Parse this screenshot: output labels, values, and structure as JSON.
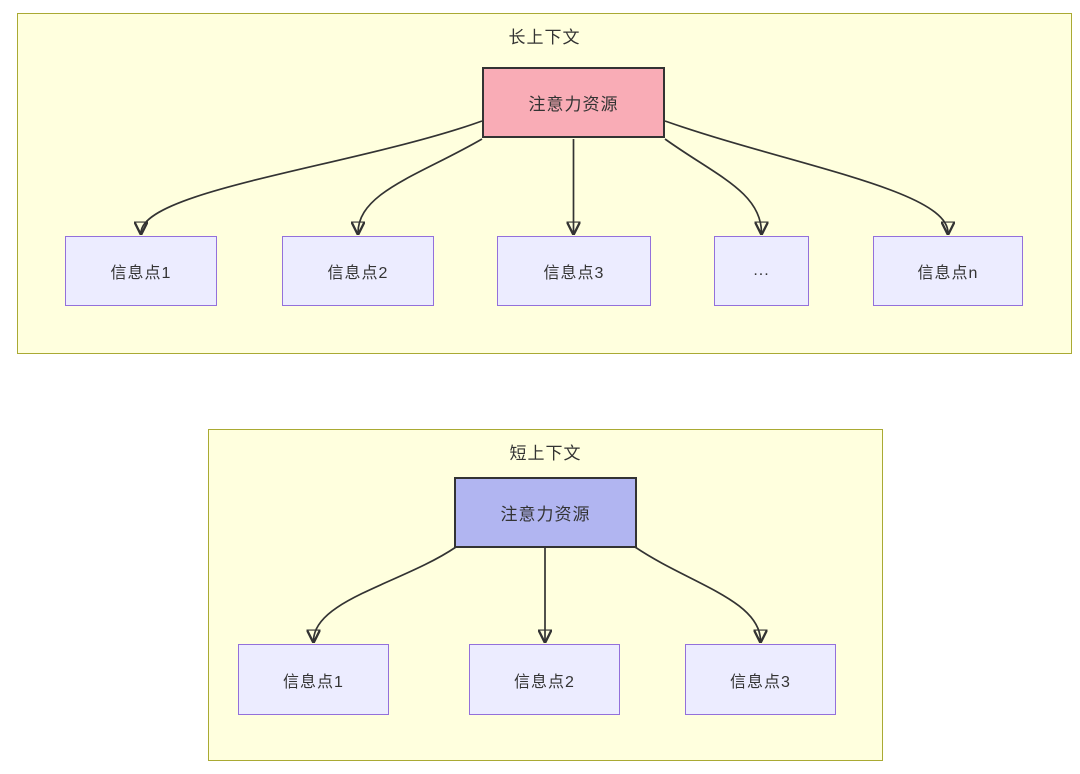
{
  "diagram": {
    "kind": "flowchart-comparison",
    "long_context": {
      "title": "长上下文",
      "attention_label": "注意力资源",
      "nodes": [
        "信息点1",
        "信息点2",
        "信息点3",
        "...",
        "信息点n"
      ]
    },
    "short_context": {
      "title": "短上下文",
      "attention_label": "注意力资源",
      "nodes": [
        "信息点1",
        "信息点2",
        "信息点3"
      ]
    },
    "colors": {
      "canvas_background": "#ffffff",
      "cluster_fill": "#ffffde",
      "cluster_border": "#aaaa33",
      "long_attention_fill": "#f9acb6",
      "short_attention_fill": "#b1b5f1",
      "info_node_fill": "#ececff",
      "info_node_border": "#9370db",
      "attention_node_border": "#333333",
      "edge_color": "#333333",
      "text_color": "#333333"
    }
  }
}
